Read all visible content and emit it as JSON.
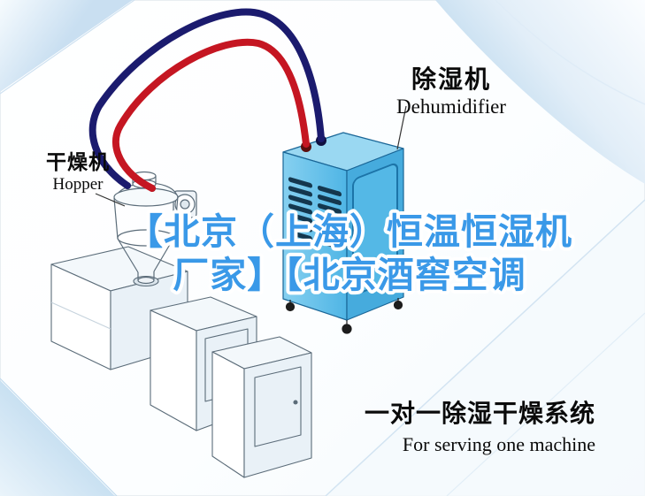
{
  "colors": {
    "watermark_blue": "#3a99e8",
    "hose_red": "#c51622",
    "hose_navy": "#1b1b6e",
    "machine_top_blue": "#9ad8f2",
    "machine_right_blue": "#46abdd",
    "machine_left_blue_light": "#86d0f0",
    "machine_left_blue_dark": "#4fb5e5",
    "label_text": "#0a0a0a"
  },
  "labels": {
    "dehumidifier": {
      "zh": "除湿机",
      "en": "Dehumidifier"
    },
    "hopper": {
      "zh": "干燥机",
      "en": "Hopper"
    },
    "system": {
      "zh": "一对一除湿干燥系统",
      "en": "For serving one machine"
    }
  },
  "watermark": {
    "line1": "【北京（上海）恒温恒湿机",
    "line2": "厂家】【北京酒窖空调"
  }
}
